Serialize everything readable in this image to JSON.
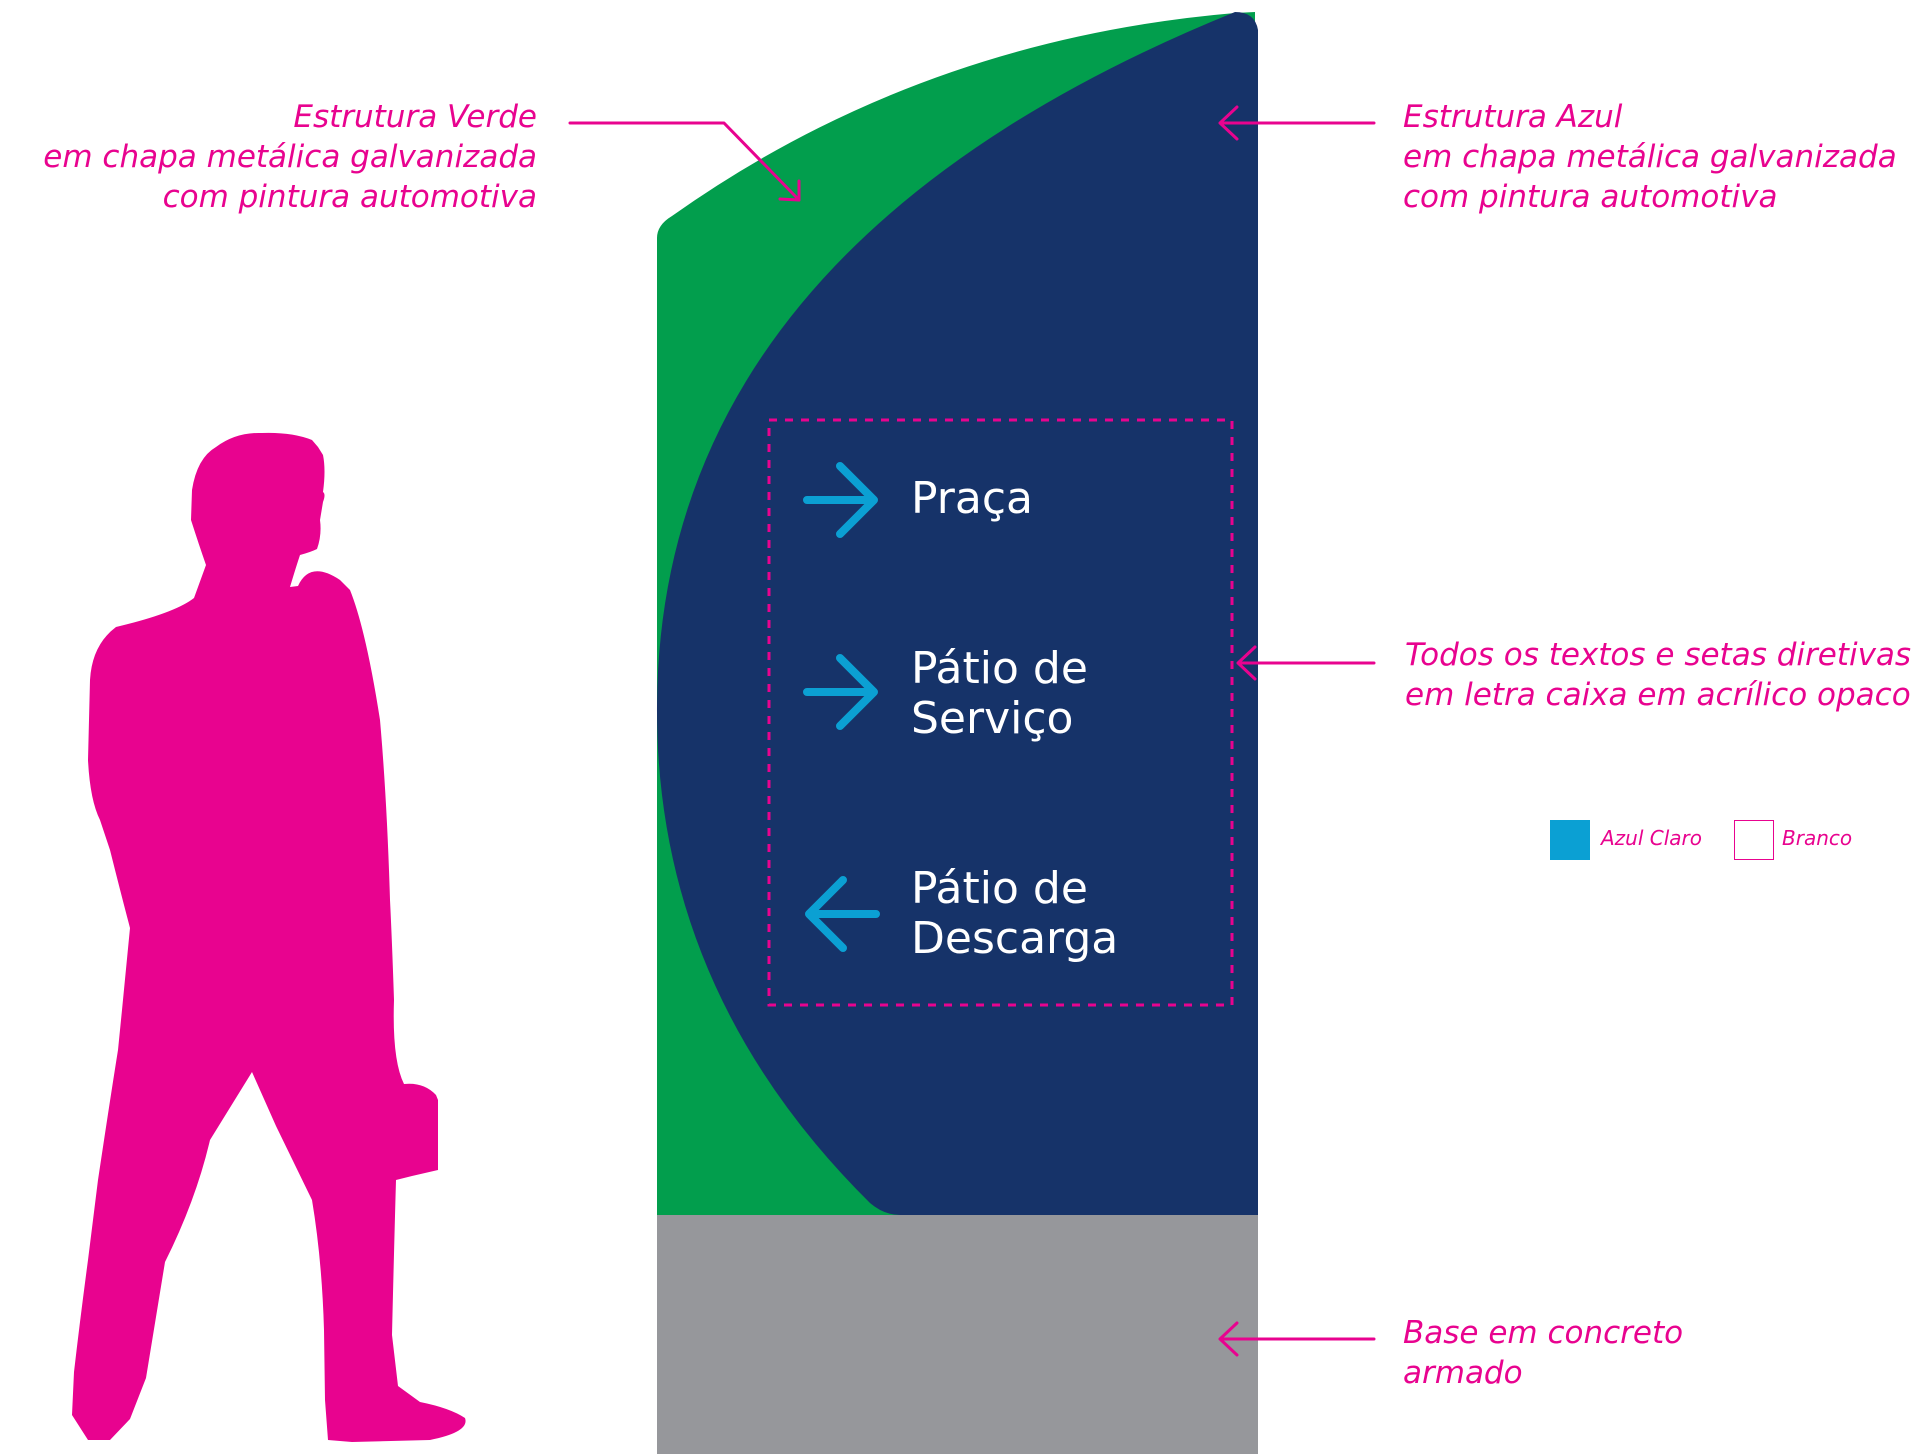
{
  "colors": {
    "green": "#029e4d",
    "navy": "#163369",
    "gray": "#96979b",
    "magenta": "#e8038f",
    "light_blue": "#0ba0d3",
    "white": "#ffffff"
  },
  "annotations": {
    "green_structure": [
      "Estrutura Verde",
      "em chapa metálica galvanizada",
      "com pintura automotiva"
    ],
    "blue_structure": [
      "Estrutura Azul",
      "em chapa metálica galvanizada",
      "com pintura automotiva"
    ],
    "texts_arrows": [
      "Todos os textos e setas diretivas",
      "em letra caixa em acrílico opaco"
    ],
    "base": [
      "Base em concreto",
      "armado"
    ]
  },
  "sign": {
    "destinations": [
      {
        "lines": [
          "Praça"
        ],
        "arrow": "arrow-right-icon"
      },
      {
        "lines": [
          "Pátio de",
          "Serviço"
        ],
        "arrow": "arrow-right-icon"
      },
      {
        "lines": [
          "Pátio de",
          "Descarga"
        ],
        "arrow": "arrow-left-icon"
      }
    ]
  },
  "legend": [
    {
      "label": "Azul Claro",
      "color": "#0ba0d3"
    },
    {
      "label": "Branco",
      "color": "#ffffff"
    }
  ]
}
